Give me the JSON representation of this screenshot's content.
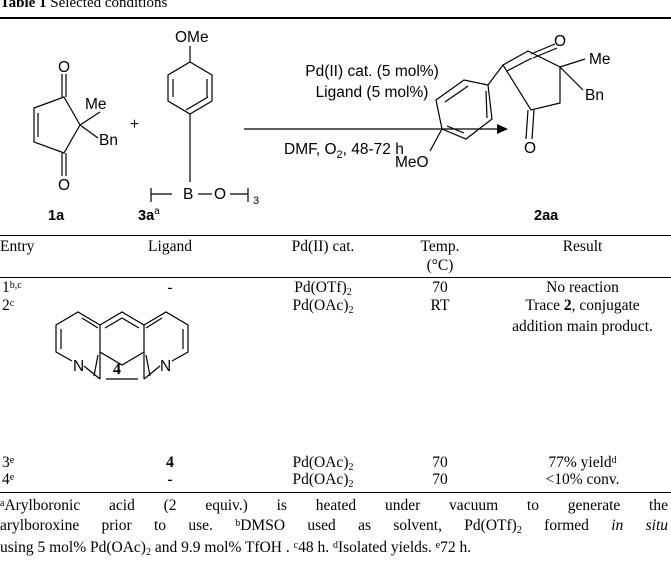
{
  "caption": {
    "label": "Table 1",
    "text": "Selected conditions"
  },
  "scheme": {
    "reactant1": {
      "label": "1a",
      "me": "Me",
      "bn": "Bn",
      "o_top": "O",
      "o_bottom": "O"
    },
    "plus": "+",
    "reactant2": {
      "label": "3a",
      "label_sup": "a",
      "ome": "OMe",
      "b": "B",
      "o": "O",
      "sub3": "3"
    },
    "conditions": {
      "line1": "Pd(II) cat. (5 mol%)",
      "line2": "Ligand (5 mol%)",
      "line3_pre": "DMF, O",
      "line3_sub": "2",
      "line3_post": ", 48-72 h"
    },
    "product": {
      "label": "2aa",
      "me": "Me",
      "bn": "Bn",
      "meo": "MeO",
      "o_top": "O",
      "o_bottom": "O"
    }
  },
  "table": {
    "headers": {
      "entry": "Entry",
      "ligand": "Ligand",
      "catalyst": "Pd(II) cat.",
      "temp_line1": "Temp.",
      "temp_line2": "(°C)",
      "result": "Result"
    },
    "ligand_structure": {
      "n_left": "N",
      "n_right": "N",
      "label": "4"
    },
    "rows": [
      {
        "entry": "1",
        "entry_sup": "b,c",
        "ligand": "-",
        "cat_pre": "Pd(OTf)",
        "cat_sub": "2",
        "temp": "70",
        "result_line1": "No reaction"
      },
      {
        "entry": "2",
        "entry_sup": "c",
        "ligand": "",
        "cat_pre": "Pd(OAc)",
        "cat_sub": "2",
        "temp": "RT",
        "result_pre": "Trace ",
        "result_bold": "2",
        "result_post": ", conjugate",
        "result_line2": "addition main product."
      },
      {
        "entry": "3",
        "entry_sup": "e",
        "ligand": "4",
        "cat_pre": "Pd(OAc)",
        "cat_sub": "2",
        "temp": "70",
        "result_line1": "77% yield",
        "result_sup": "d"
      },
      {
        "entry": "4",
        "entry_sup": "e",
        "ligand": "-",
        "cat_pre": "Pd(OAc)",
        "cat_sub": "2",
        "temp": "70",
        "result_line1": "<10% conv."
      }
    ]
  },
  "footnotes": {
    "a_sup": "a",
    "a_line1": "Arylboronic acid (2 equiv.) is heated under vacuum to generate the",
    "a_line2": "arylboroxine prior to use.",
    "b_sup": "b",
    "b_pre": "DMSO used as solvent, Pd(OTf)",
    "b_sub": "2",
    "b_mid": " formed ",
    "b_ital": "in situ",
    "b_line3_pre": "using 5 mol% Pd(OAc)",
    "b_line3_sub": "2",
    "b_line3_post": " and 9.9 mol% TfOH . ",
    "c_sup": "c",
    "c_text": "48 h. ",
    "d_sup": "d",
    "d_text": "Isolated yields. ",
    "e_sup": "e",
    "e_text": "72 h."
  }
}
